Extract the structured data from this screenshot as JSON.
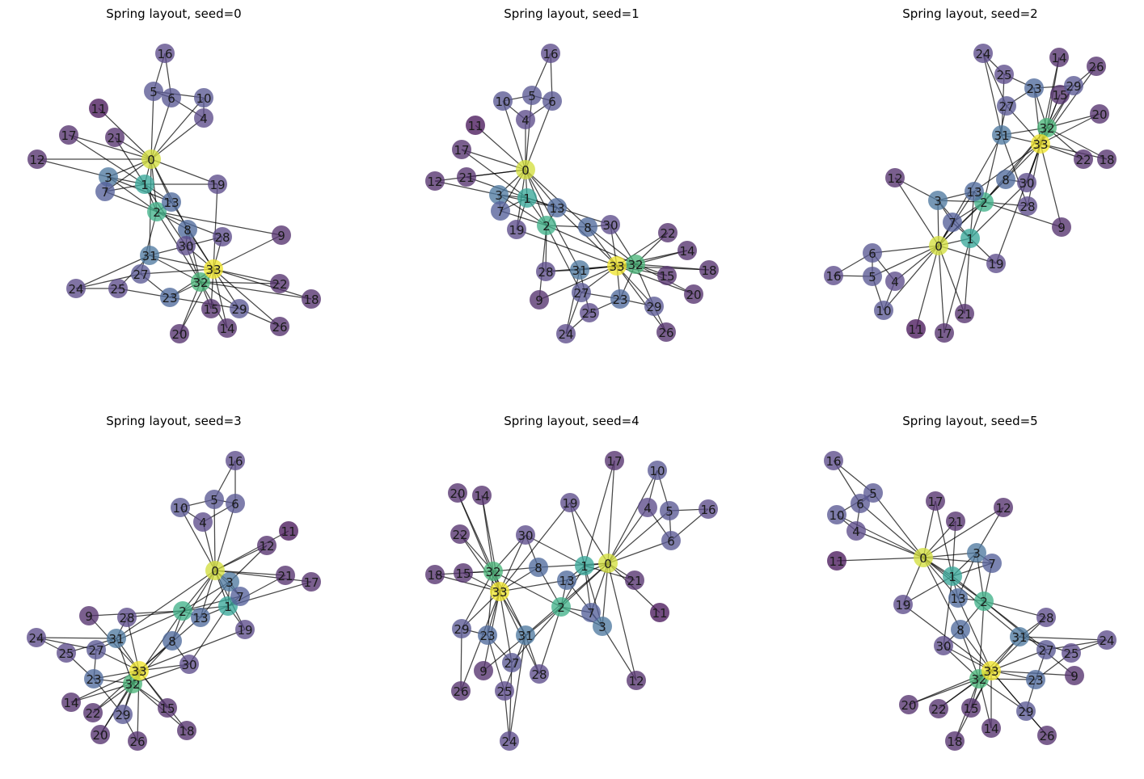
{
  "figure": {
    "panels": [
      {
        "title": "Spring layout, seed=0"
      },
      {
        "title": "Spring layout, seed=1"
      },
      {
        "title": "Spring layout, seed=2"
      },
      {
        "title": "Spring layout, seed=3"
      },
      {
        "title": "Spring layout, seed=4"
      },
      {
        "title": "Spring layout, seed=5"
      }
    ]
  },
  "graph": {
    "nodes": [
      {
        "id": 0,
        "label": "0",
        "color": "#d3df3f"
      },
      {
        "id": 1,
        "label": "1",
        "color": "#3aa89a"
      },
      {
        "id": 2,
        "label": "2",
        "color": "#42b28a"
      },
      {
        "id": 3,
        "label": "3",
        "color": "#4f7aa0"
      },
      {
        "id": 4,
        "label": "4",
        "color": "#5c4c8a"
      },
      {
        "id": 5,
        "label": "5",
        "color": "#5a5894"
      },
      {
        "id": 6,
        "label": "6",
        "color": "#5a5894"
      },
      {
        "id": 7,
        "label": "7",
        "color": "#54609a"
      },
      {
        "id": 8,
        "label": "8",
        "color": "#4f6a9c"
      },
      {
        "id": 9,
        "label": "9",
        "color": "#55326e"
      },
      {
        "id": 10,
        "label": "10",
        "color": "#5a5894"
      },
      {
        "id": 11,
        "label": "11",
        "color": "#4a1a5c"
      },
      {
        "id": 12,
        "label": "12",
        "color": "#55326e"
      },
      {
        "id": 13,
        "label": "13",
        "color": "#4f6a9c"
      },
      {
        "id": 14,
        "label": "14",
        "color": "#55326e"
      },
      {
        "id": 15,
        "label": "15",
        "color": "#55326e"
      },
      {
        "id": 16,
        "label": "16",
        "color": "#5c4c8a"
      },
      {
        "id": 17,
        "label": "17",
        "color": "#55326e"
      },
      {
        "id": 18,
        "label": "18",
        "color": "#55326e"
      },
      {
        "id": 19,
        "label": "19",
        "color": "#5c4c8a"
      },
      {
        "id": 20,
        "label": "20",
        "color": "#55326e"
      },
      {
        "id": 21,
        "label": "21",
        "color": "#55326e"
      },
      {
        "id": 22,
        "label": "22",
        "color": "#55326e"
      },
      {
        "id": 23,
        "label": "23",
        "color": "#4f6a9c"
      },
      {
        "id": 24,
        "label": "24",
        "color": "#5c4c8a"
      },
      {
        "id": 25,
        "label": "25",
        "color": "#5c4c8a"
      },
      {
        "id": 26,
        "label": "26",
        "color": "#55326e"
      },
      {
        "id": 27,
        "label": "27",
        "color": "#5a5894"
      },
      {
        "id": 28,
        "label": "28",
        "color": "#5c4c8a"
      },
      {
        "id": 29,
        "label": "29",
        "color": "#5a5894"
      },
      {
        "id": 30,
        "label": "30",
        "color": "#5c4c8a"
      },
      {
        "id": 31,
        "label": "31",
        "color": "#4f7aa0"
      },
      {
        "id": 32,
        "label": "32",
        "color": "#4cb57a"
      },
      {
        "id": 33,
        "label": "33",
        "color": "#f0e530"
      }
    ],
    "edges": [
      [
        0,
        1
      ],
      [
        0,
        2
      ],
      [
        0,
        3
      ],
      [
        0,
        4
      ],
      [
        0,
        5
      ],
      [
        0,
        6
      ],
      [
        0,
        7
      ],
      [
        0,
        8
      ],
      [
        0,
        10
      ],
      [
        0,
        11
      ],
      [
        0,
        12
      ],
      [
        0,
        13
      ],
      [
        0,
        17
      ],
      [
        0,
        19
      ],
      [
        0,
        21
      ],
      [
        0,
        31
      ],
      [
        1,
        2
      ],
      [
        1,
        3
      ],
      [
        1,
        7
      ],
      [
        1,
        13
      ],
      [
        1,
        17
      ],
      [
        1,
        19
      ],
      [
        1,
        21
      ],
      [
        1,
        30
      ],
      [
        2,
        3
      ],
      [
        2,
        7
      ],
      [
        2,
        8
      ],
      [
        2,
        9
      ],
      [
        2,
        13
      ],
      [
        2,
        27
      ],
      [
        2,
        28
      ],
      [
        2,
        32
      ],
      [
        3,
        7
      ],
      [
        3,
        12
      ],
      [
        3,
        13
      ],
      [
        4,
        6
      ],
      [
        4,
        10
      ],
      [
        5,
        6
      ],
      [
        5,
        10
      ],
      [
        5,
        16
      ],
      [
        6,
        16
      ],
      [
        8,
        30
      ],
      [
        8,
        32
      ],
      [
        8,
        33
      ],
      [
        9,
        33
      ],
      [
        13,
        33
      ],
      [
        14,
        32
      ],
      [
        14,
        33
      ],
      [
        15,
        32
      ],
      [
        15,
        33
      ],
      [
        18,
        32
      ],
      [
        18,
        33
      ],
      [
        19,
        33
      ],
      [
        20,
        32
      ],
      [
        20,
        33
      ],
      [
        22,
        32
      ],
      [
        22,
        33
      ],
      [
        23,
        25
      ],
      [
        23,
        27
      ],
      [
        23,
        29
      ],
      [
        23,
        32
      ],
      [
        23,
        33
      ],
      [
        24,
        25
      ],
      [
        24,
        27
      ],
      [
        24,
        31
      ],
      [
        25,
        31
      ],
      [
        26,
        29
      ],
      [
        26,
        33
      ],
      [
        27,
        33
      ],
      [
        28,
        31
      ],
      [
        28,
        33
      ],
      [
        29,
        32
      ],
      [
        29,
        33
      ],
      [
        30,
        32
      ],
      [
        30,
        33
      ],
      [
        31,
        32
      ],
      [
        31,
        33
      ],
      [
        32,
        33
      ]
    ]
  }
}
